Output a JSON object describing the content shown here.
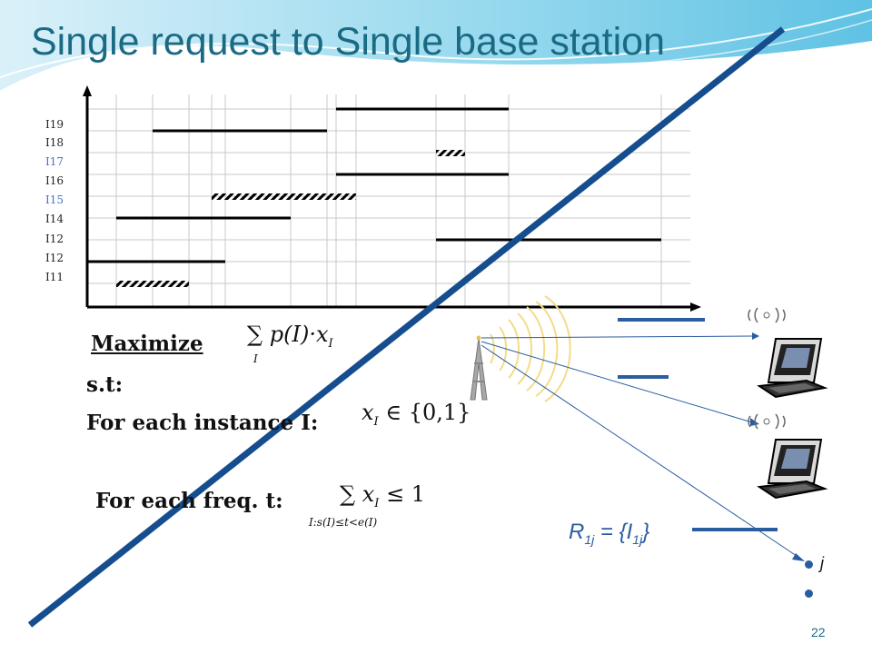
{
  "slide": {
    "title": "Single request to Single base station",
    "page_number": "22",
    "colors": {
      "title": "#1b6a83",
      "strike": "#154d8e",
      "accent": "#2a5d9f"
    }
  },
  "timeline": {
    "row_labels": [
      {
        "text": "I19",
        "color": "#222222"
      },
      {
        "text": "I18",
        "color": "#222222"
      },
      {
        "text": "I17",
        "color": "#4a6fc7"
      },
      {
        "text": "I16",
        "color": "#222222"
      },
      {
        "text": "I15",
        "color": "#4a6fc7"
      },
      {
        "text": "I14",
        "color": "#222222"
      },
      {
        "text": "I12",
        "color": "#222222"
      },
      {
        "text": "I12",
        "color": "#222222"
      },
      {
        "text": "I11",
        "color": "#222222"
      }
    ]
  },
  "formulation": {
    "maximize_label": "Maximize",
    "objective": "∑ p(I)·x",
    "objective_sub": "I",
    "objective_sum_sub": "I",
    "st_label": "s.t:",
    "each_instance_label": "For each instance I:",
    "instance_constraint": "x",
    "instance_constraint_sub": "I",
    "instance_constraint_rest": " ∈ {0,1}",
    "each_freq_label": "For each freq. t:",
    "freq_constraint": "∑ x",
    "freq_constraint_sub": "I",
    "freq_constraint_rest": " ≤ 1",
    "freq_constraint_below": "I:s(I)≤t<e(I)"
  },
  "network": {
    "r1j_label": "R",
    "r1j_sub": "1j",
    "r1j_eq": " = {I",
    "r1j_sub2": "1j",
    "r1j_close": "}",
    "j_label": "j"
  }
}
